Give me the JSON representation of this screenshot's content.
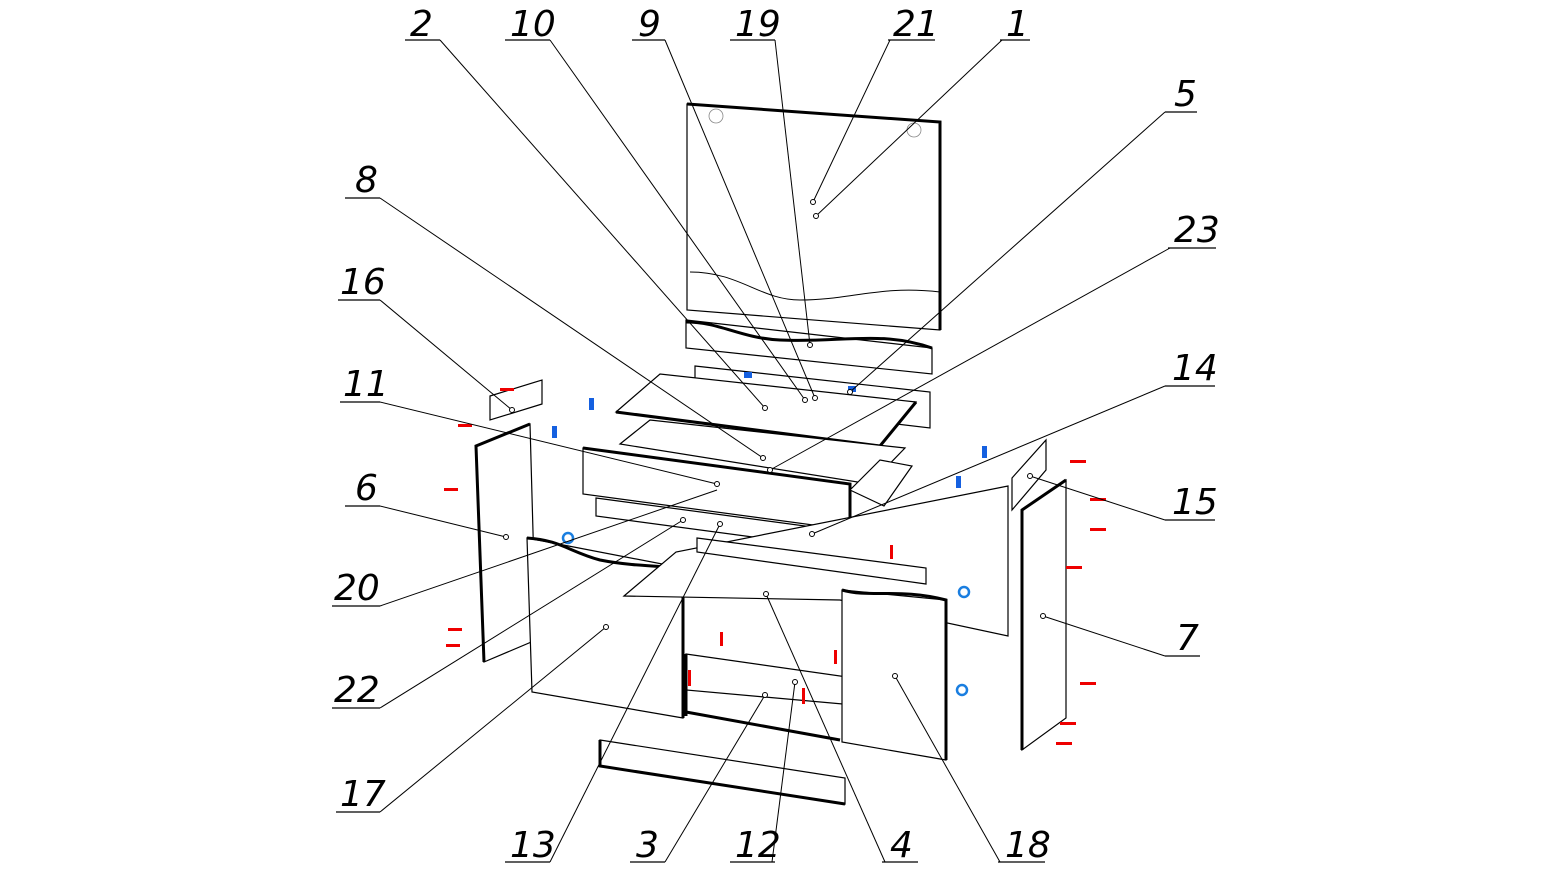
{
  "diagram": {
    "type": "exploded assembly view",
    "part_labels": [
      "2",
      "10",
      "9",
      "19",
      "21",
      "1",
      "5",
      "8",
      "23",
      "16",
      "14",
      "11",
      "6",
      "15",
      "20",
      "7",
      "22",
      "17",
      "13",
      "3",
      "12",
      "4",
      "18"
    ]
  },
  "colors": {
    "fastener_red": "#e00000",
    "fastener_blue": "#1560e0",
    "line": "#000000"
  }
}
